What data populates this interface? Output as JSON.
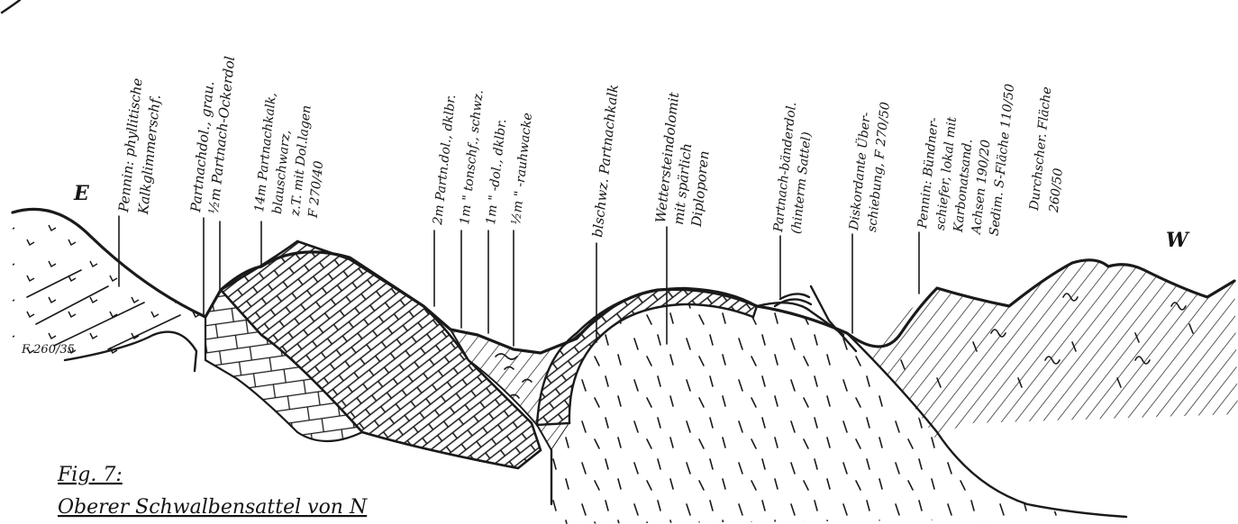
{
  "figure": {
    "caption_line1": "Fig. 7:",
    "caption_line2": "Oberer Schwalbensattel von N"
  },
  "orientation": {
    "east": "E",
    "west": "W"
  },
  "measurement": "F 260/35",
  "labels": [
    {
      "l1": "Pennin: phyllitische",
      "l2": "Kalkglimmerschf.",
      "l3": "",
      "l4": "",
      "l5": ""
    },
    {
      "l1": "Partnachdol., grau.",
      "l2": "½m Partnach-Ockerdol",
      "l3": "",
      "l4": "",
      "l5": ""
    },
    {
      "l1": "14m Partnachkalk,",
      "l2": "blauschwarz,",
      "l3": "z.T. mit Dol.lagen",
      "l4": "F 270/40",
      "l5": ""
    },
    {
      "l1": "2m Partn.dol., dklbr.",
      "l2": "",
      "l3": "",
      "l4": "",
      "l5": ""
    },
    {
      "l1": "1m  \"  tonschf., schwz.",
      "l2": "",
      "l3": "",
      "l4": "",
      "l5": ""
    },
    {
      "l1": "1m  \"  -dol., dklbr.",
      "l2": "",
      "l3": "",
      "l4": "",
      "l5": ""
    },
    {
      "l1": "½m  \"  -rauhwacke",
      "l2": "",
      "l3": "",
      "l4": "",
      "l5": ""
    },
    {
      "l1": "blschwz. Partnachkalk",
      "l2": "",
      "l3": "",
      "l4": "",
      "l5": ""
    },
    {
      "l1": "Wettersteindolomit",
      "l2": "mit spärlich",
      "l3": "Diploporen",
      "l4": "",
      "l5": ""
    },
    {
      "l1": "Partnach-bänderdol.",
      "l2": "(hinterm Sattel)",
      "l3": "",
      "l4": "",
      "l5": ""
    },
    {
      "l1": "Diskordante Über-",
      "l2": "schiebung, F 270/50",
      "l3": "",
      "l4": "",
      "l5": ""
    },
    {
      "l1": "Pennin: Bündner-",
      "l2": "schiefer, lokal mit",
      "l3": "Karbonatsand.",
      "l4": "Achsen 190/20",
      "l5": "Sedim. S-Fläche 110/50"
    },
    {
      "l1": "Durchscher. Fläche",
      "l2": "260/50",
      "l3": "",
      "l4": "",
      "l5": ""
    }
  ]
}
